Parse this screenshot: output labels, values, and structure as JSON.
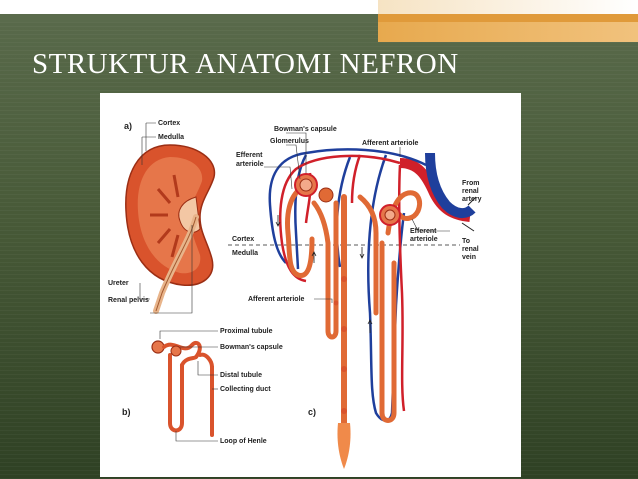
{
  "slide": {
    "title": "STRUKTUR ANATOMI NEFRON"
  },
  "colors": {
    "background": "#485a38",
    "accent": "#e09a3a",
    "kidney": "#d9532c",
    "artery": "#d0202a",
    "vein": "#1f3f9c",
    "tubule": "#e06a35"
  },
  "figure": {
    "panel_a": {
      "letter": "a)",
      "labels": {
        "cortex": "Cortex",
        "medulla": "Medulla",
        "ureter": "Ureter",
        "renal_pelvis": "Renal pelvis"
      }
    },
    "panel_b": {
      "letter": "b)",
      "labels": {
        "proximal_tubule": "Proximal tubule",
        "bowmans_capsule": "Bowman's capsule",
        "distal_tubule": "Distal tubule",
        "collecting_duct": "Collecting duct",
        "loop_of_henle": "Loop of Henle"
      }
    },
    "panel_c": {
      "letter": "c)",
      "labels": {
        "bowmans_capsule": "Bowman's capsule",
        "glomerulus": "Glomerulus",
        "efferent_1": "Efferent",
        "efferent_2": "arteriole",
        "afferent_top": "Afferent arteriole",
        "from_renal_1": "From",
        "from_renal_2": "renal",
        "from_renal_3": "artery",
        "efferent_r1": "Efferent",
        "efferent_r2": "arteriole",
        "cortex": "Cortex",
        "medulla": "Medulla",
        "to_renal_1": "To",
        "to_renal_2": "renal",
        "to_renal_3": "vein",
        "afferent_bottom": "Afferent arteriole"
      }
    }
  }
}
